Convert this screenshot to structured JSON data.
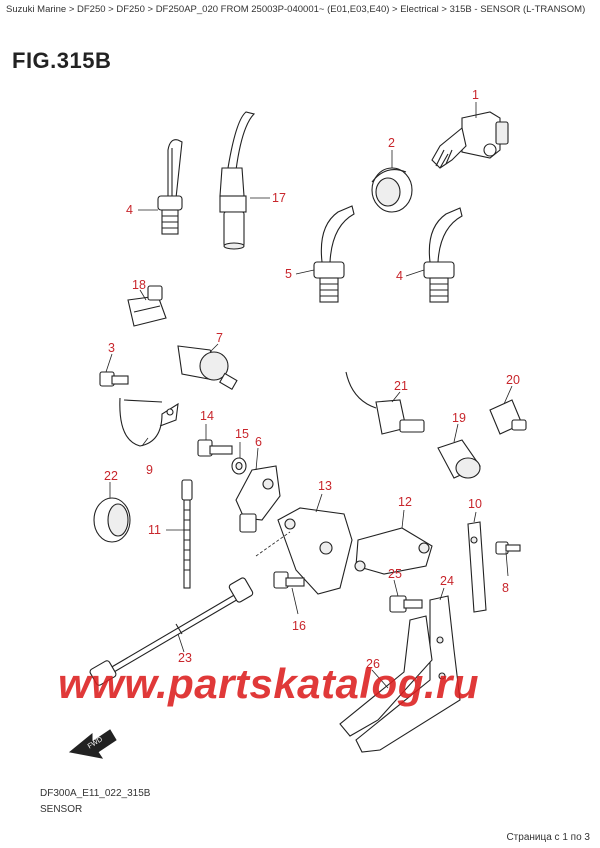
{
  "breadcrumb": "Suzuki Marine > DF250 > DF250 > DF250AP_020 FROM 25003P-040001~ (E01,E03,E40) > Electrical > 315B - SENSOR (L-TRANSOM)",
  "figure_title": "FIG.315B",
  "callouts": {
    "c1": "1",
    "c2": "2",
    "c3": "3",
    "c4a": "4",
    "c4b": "4",
    "c5": "5",
    "c6": "6",
    "c7": "7",
    "c8": "8",
    "c9": "9",
    "c10": "10",
    "c11": "11",
    "c12": "12",
    "c13": "13",
    "c14": "14",
    "c15": "15",
    "c16": "16",
    "c17": "17",
    "c18": "18",
    "c19": "19",
    "c20": "20",
    "c21": "21",
    "c22": "22",
    "c23": "23",
    "c24": "24",
    "c25": "25",
    "c26": "26"
  },
  "fwd_label": "FWD",
  "watermark": "www.partskatalog.ru",
  "drawing_code": "DF300A_E11_022_315B",
  "caption": "SENSOR",
  "pager": "Страница с 1 по 3",
  "colors": {
    "callout": "#c8262c",
    "watermark": "#dc1e1e",
    "line": "#222222"
  }
}
